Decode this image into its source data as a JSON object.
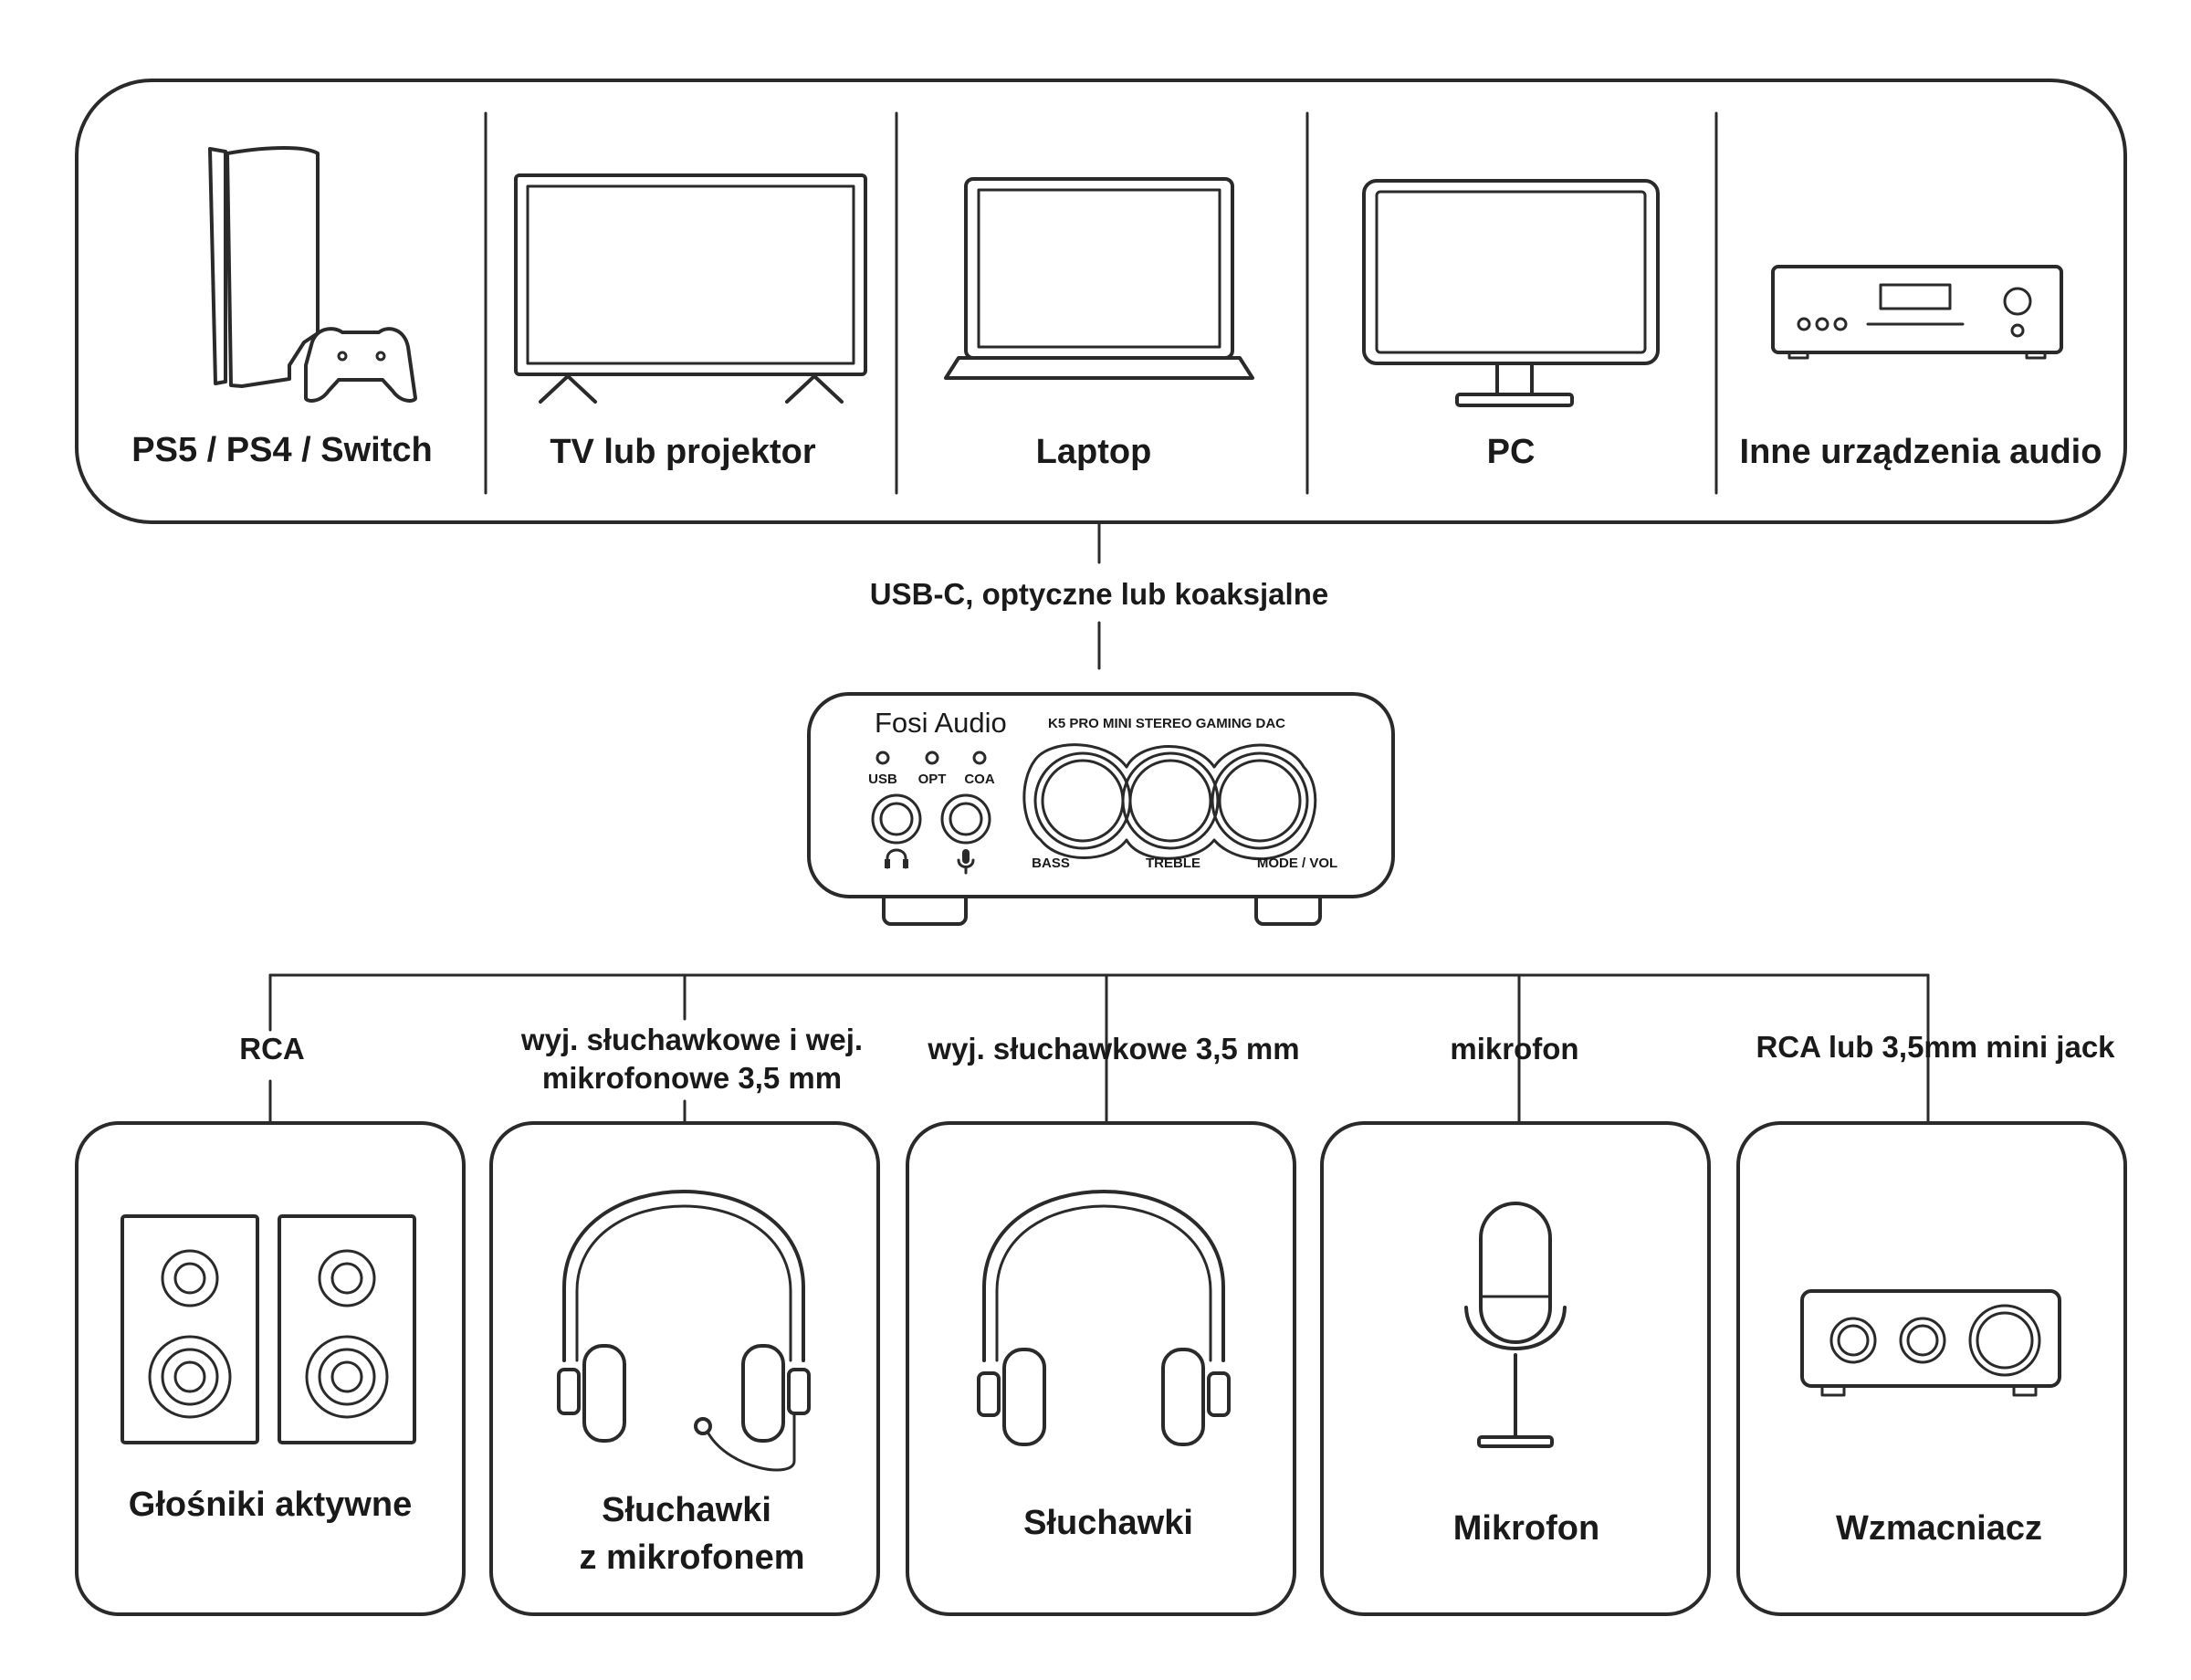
{
  "sources": [
    {
      "label": "PS5 / PS4 / Switch",
      "icon": "game-console-icon"
    },
    {
      "label": "TV lub projektor",
      "icon": "tv-icon"
    },
    {
      "label": "Laptop",
      "icon": "laptop-icon"
    },
    {
      "label": "PC",
      "icon": "monitor-icon"
    },
    {
      "label": "Inne urządzenia audio",
      "icon": "audio-device-icon"
    }
  ],
  "input_connection": "USB-C, optyczne lub koaksjalne",
  "device": {
    "brand": "Fosi Audio",
    "model": "K5 PRO MINI STEREO GAMING DAC",
    "indicators": [
      "USB",
      "OPT",
      "COA"
    ],
    "knobs": [
      "BASS",
      "TREBLE",
      "MODE / VOL"
    ]
  },
  "outputs": [
    {
      "connection": [
        "RCA"
      ],
      "label": [
        "Głośniki aktywne"
      ],
      "icon": "speakers-icon"
    },
    {
      "connection": [
        "wyj. słuchawkowe i wej.",
        "mikrofonowe 3,5 mm"
      ],
      "label": [
        "Słuchawki",
        "z mikrofonem"
      ],
      "icon": "headset-icon"
    },
    {
      "connection": [
        "wyj. słuchawkowe 3,5 mm"
      ],
      "label": [
        "Słuchawki"
      ],
      "icon": "headphones-icon"
    },
    {
      "connection": [
        "mikrofon"
      ],
      "label": [
        "Mikrofon"
      ],
      "icon": "microphone-icon"
    },
    {
      "connection": [
        "RCA lub 3,5mm mini jack"
      ],
      "label": [
        "Wzmacniacz"
      ],
      "icon": "amplifier-icon"
    }
  ]
}
